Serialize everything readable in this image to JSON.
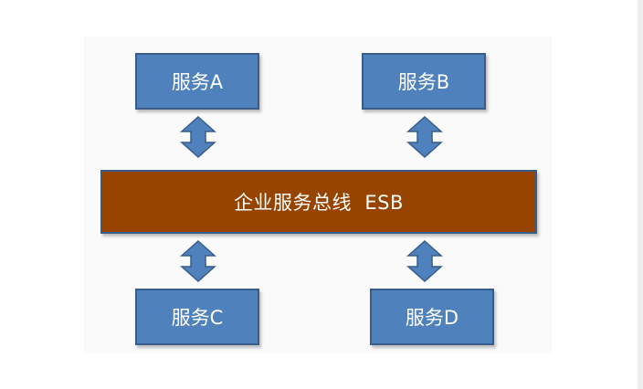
{
  "diagram": {
    "services": {
      "a": "服务A",
      "b": "服务B",
      "c": "服务C",
      "d": "服务D"
    },
    "bus_label": "企业服务总线  ESB"
  },
  "colors": {
    "service_fill": "#4f81bd",
    "service_border": "#385d8a",
    "bus_fill": "#964400",
    "arrow_fill": "#4f81bd",
    "arrow_border": "#385d8a",
    "text": "#ffffff"
  },
  "icons": {
    "connector": "double-headed-vertical-arrow-icon"
  }
}
